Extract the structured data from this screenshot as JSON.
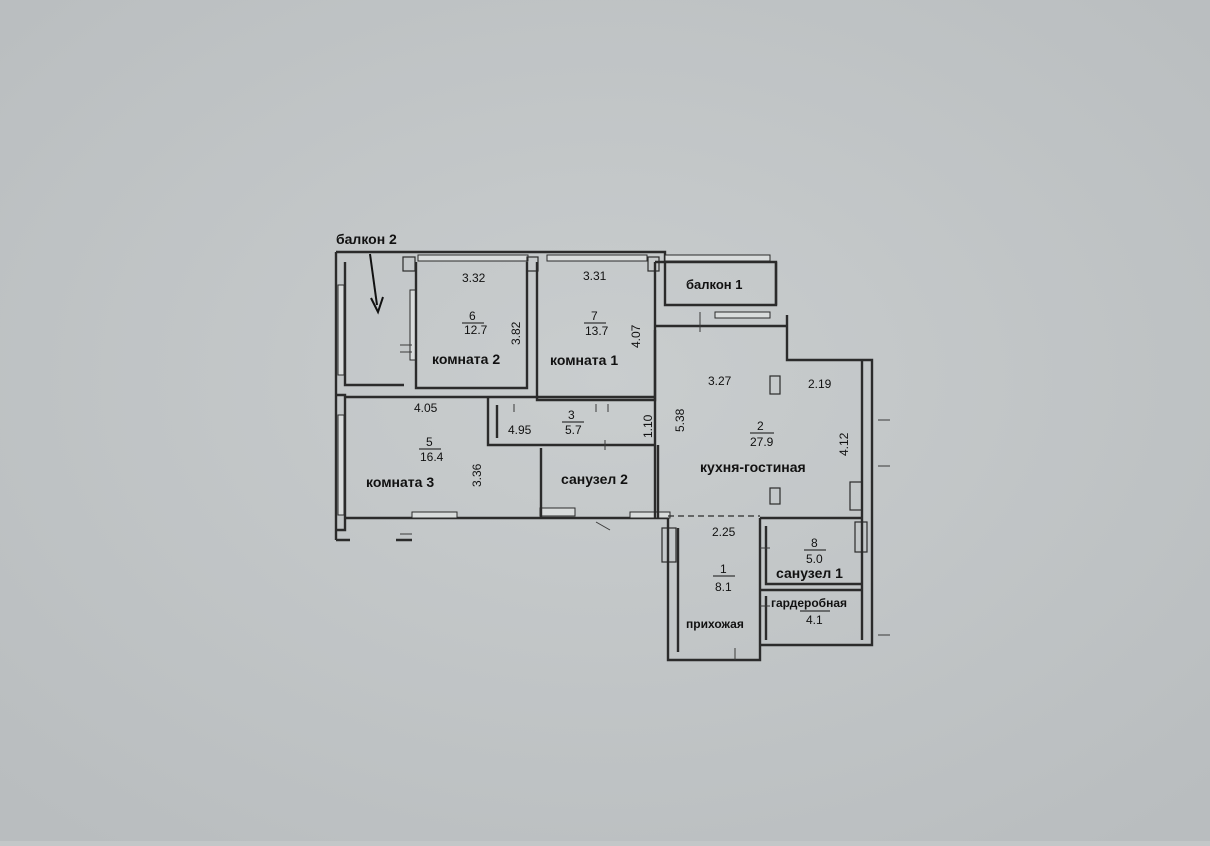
{
  "plan": {
    "labels": {
      "balcony_2": "балкон 2",
      "balcony_1": "балкон 1"
    },
    "rooms": [
      {
        "id": "room-6",
        "number": "6",
        "area": "12.7",
        "name": "комната 2"
      },
      {
        "id": "room-7",
        "number": "7",
        "area": "13.7",
        "name": "комната 1"
      },
      {
        "id": "room-5",
        "number": "5",
        "area": "16.4",
        "name": "комната 3"
      },
      {
        "id": "room-3",
        "number": "3",
        "area": "5.7",
        "name": ""
      },
      {
        "id": "room-2",
        "number": "2",
        "area": "27.9",
        "name": "кухня-гостиная"
      },
      {
        "id": "room-1",
        "number": "1",
        "area": "8.1",
        "name": "прихожая"
      },
      {
        "id": "room-8",
        "number": "8",
        "area": "5.0",
        "name": "санузел 1"
      },
      {
        "id": "room-wardrobe",
        "number": "",
        "area": "4.1",
        "name": "гардеробная"
      },
      {
        "id": "room-bath2",
        "number": "",
        "area": "",
        "name": "санузел 2"
      }
    ],
    "dimensions": {
      "d_332": "3.32",
      "d_331": "3.31",
      "d_382": "3.82",
      "d_407": "4.07",
      "d_405": "4.05",
      "d_495": "4.95",
      "d_110": "1.10",
      "d_336": "3.36",
      "d_538": "5.38",
      "d_327": "3.27",
      "d_219": "2.19",
      "d_412": "4.12",
      "d_225": "2.25"
    }
  }
}
